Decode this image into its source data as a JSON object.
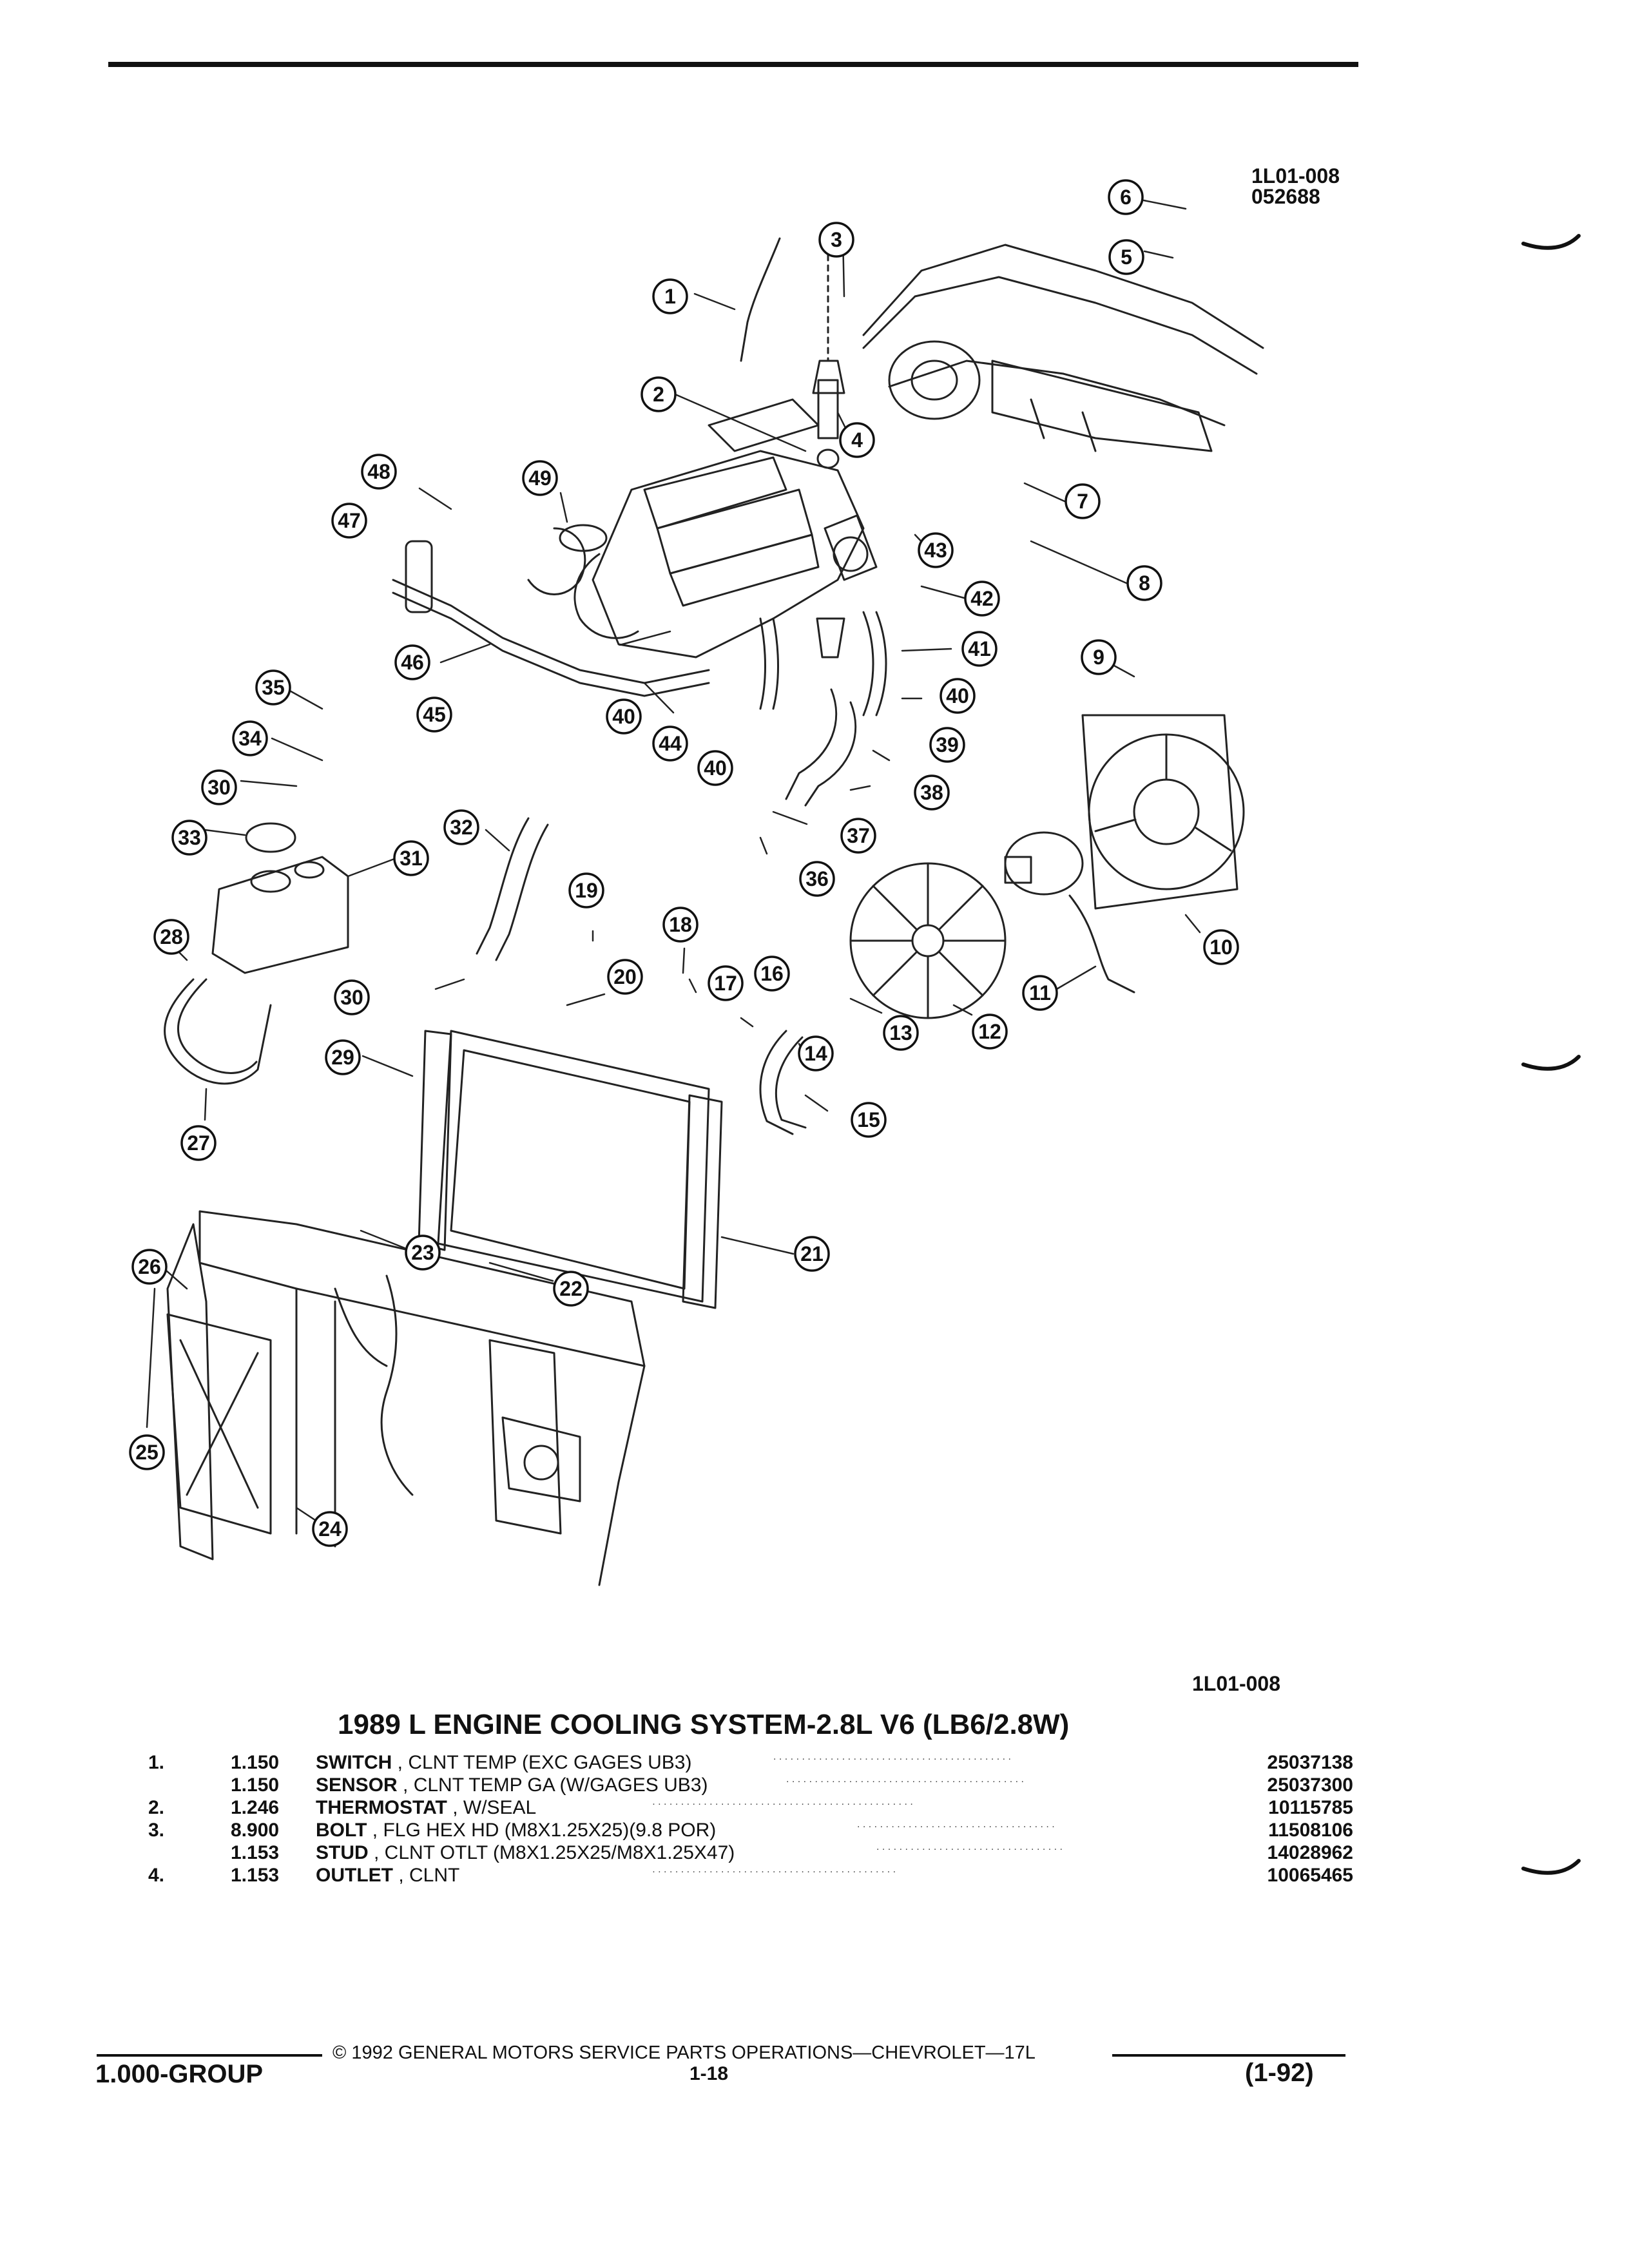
{
  "figure": {
    "id_top": "1L01-008",
    "date_code": "052688",
    "id_bottom": "1L01-008"
  },
  "callouts": [
    "1",
    "2",
    "3",
    "4",
    "5",
    "6",
    "7",
    "8",
    "9",
    "10",
    "11",
    "12",
    "13",
    "14",
    "15",
    "16",
    "17",
    "18",
    "19",
    "20",
    "21",
    "22",
    "23",
    "24",
    "25",
    "26",
    "27",
    "28",
    "29",
    "30",
    "31",
    "32",
    "33",
    "34",
    "35",
    "36",
    "37",
    "38",
    "39",
    "40",
    "41",
    "42",
    "43",
    "44",
    "45",
    "46",
    "47",
    "48",
    "49"
  ],
  "title": "1989 L ENGINE COOLING SYSTEM-2.8L V6 (LB6/2.8W)",
  "parts": [
    {
      "num": "1.",
      "qty": "1.150",
      "name": "SWITCH",
      "detail": " , CLNT TEMP (EXC GAGES UB3)",
      "pn": "25037138"
    },
    {
      "num": "",
      "qty": "1.150",
      "name": "SENSOR",
      "detail": " , CLNT TEMP GA (W/GAGES UB3)",
      "pn": "25037300"
    },
    {
      "num": "2.",
      "qty": "1.246",
      "name": "THERMOSTAT",
      "detail": " , W/SEAL",
      "pn": "10115785"
    },
    {
      "num": "3.",
      "qty": "8.900",
      "name": "BOLT",
      "detail": " , FLG HEX HD (M8X1.25X25)(9.8 POR)",
      "pn": "11508106"
    },
    {
      "num": "",
      "qty": "1.153",
      "name": "STUD",
      "detail": " , CLNT OTLT (M8X1.25X25/M8X1.25X47)",
      "pn": "14028962"
    },
    {
      "num": "4.",
      "qty": "1.153",
      "name": "OUTLET",
      "detail": " , CLNT",
      "pn": "10065465"
    }
  ],
  "footer": {
    "copyright": "© 1992 GENERAL MOTORS SERVICE PARTS OPERATIONS—CHEVROLET—17L",
    "group": "1.000-GROUP",
    "page": "1-18",
    "revision": "(1-92)"
  }
}
